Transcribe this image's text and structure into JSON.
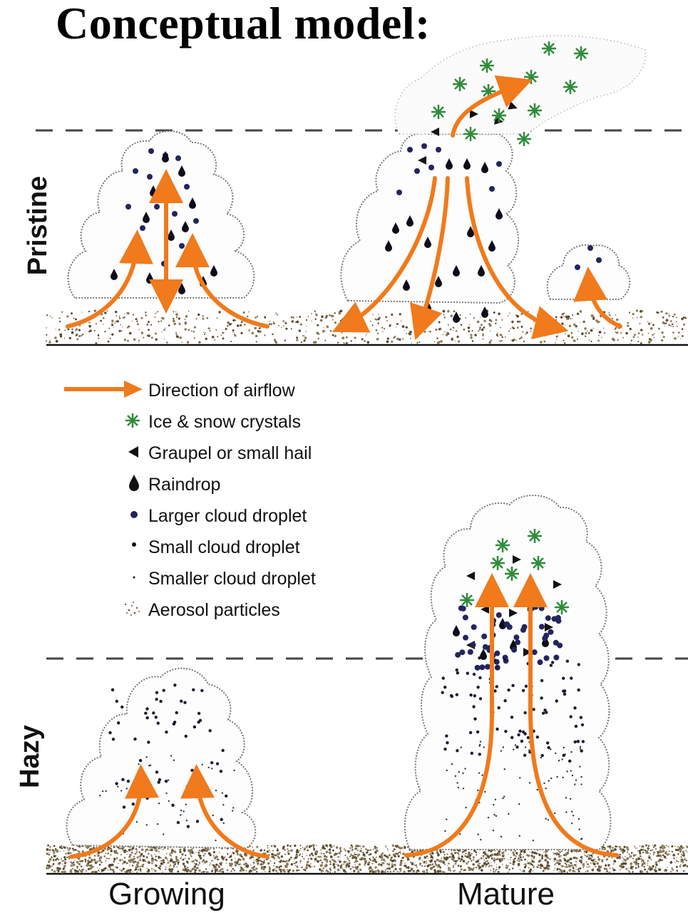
{
  "title": "Conceptual model:",
  "rows": {
    "top": "Pristine",
    "bottom": "Hazy"
  },
  "columns": {
    "left": "Growing",
    "right": "Mature"
  },
  "legend": [
    {
      "icon": "orange-arrow-icon",
      "label": "Direction of airflow"
    },
    {
      "icon": "green-asterisk-icon",
      "label": "Ice & snow crystals"
    },
    {
      "icon": "black-triangle-icon",
      "label": "Graupel or small hail"
    },
    {
      "icon": "black-raindrop-icon",
      "label": "Raindrop"
    },
    {
      "icon": "navy-dot-icon",
      "label": "Larger cloud droplet"
    },
    {
      "icon": "small-dot-icon",
      "label": "Small cloud droplet"
    },
    {
      "icon": "tiny-dot-icon",
      "label": "Smaller cloud droplet"
    },
    {
      "icon": "speckle-icon",
      "label": "Aerosol particles"
    }
  ],
  "colors": {
    "arrow": "#f07a1c",
    "ice": "#2e8b3a",
    "drop": "#0d0d1a",
    "large_droplet": "#24245e",
    "cloud_edge": "#6b6b6b",
    "ground_speckle": "#5a4a30"
  }
}
